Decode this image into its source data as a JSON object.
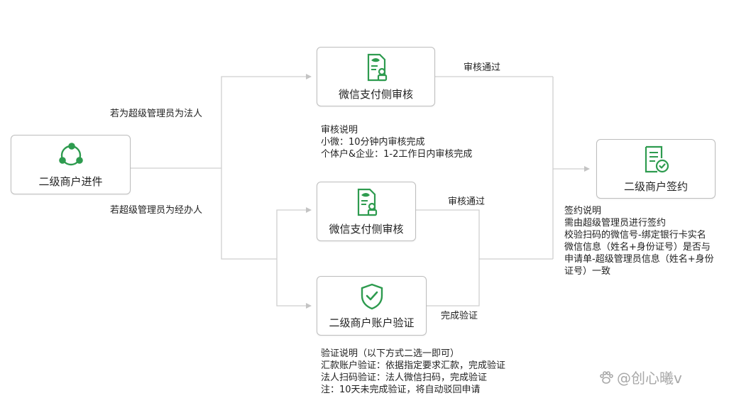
{
  "nodes": {
    "entry": {
      "label": "二级商户进件",
      "icon": "share-nodes-icon"
    },
    "review_top": {
      "label": "微信支付侧审核",
      "icon": "certificate-stamp-icon"
    },
    "review_mid": {
      "label": "微信支付侧审核",
      "icon": "certificate-stamp-icon"
    },
    "verify": {
      "label": "二级商户账户验证",
      "icon": "shield-check-icon"
    },
    "sign": {
      "label": "二级商户签约",
      "icon": "document-check-icon"
    }
  },
  "edges": {
    "legal_person": "若为超级管理员为法人",
    "operator": "若超级管理员为经办人",
    "approved_top": "审核通过",
    "approved_mid": "审核通过",
    "verified": "完成验证"
  },
  "notes": {
    "review": [
      "审核说明",
      "小微：10分钟内审核完成",
      "个体户&企业：1-2工作日内审核完成"
    ],
    "sign": [
      "签约说明",
      "需由超级管理员进行签约",
      "校验扫码的微信号-绑定银行卡实名",
      "微信信息（姓名+身份证号）是否与",
      "申请单-超级管理员信息（姓名+身份",
      "证号）一致"
    ],
    "verify": [
      "验证说明（以下方式二选一即可）",
      "汇款账户验证：依据指定要求汇款，完成验证",
      "法人扫码验证：法人微信扫码，完成验证",
      "注：10天未完成验证，将自动驳回申请"
    ]
  },
  "watermark": "@创心曦v",
  "colors": {
    "accent": "#2e9b4f",
    "line": "#c8c8c8",
    "border": "#bdbdbd"
  }
}
